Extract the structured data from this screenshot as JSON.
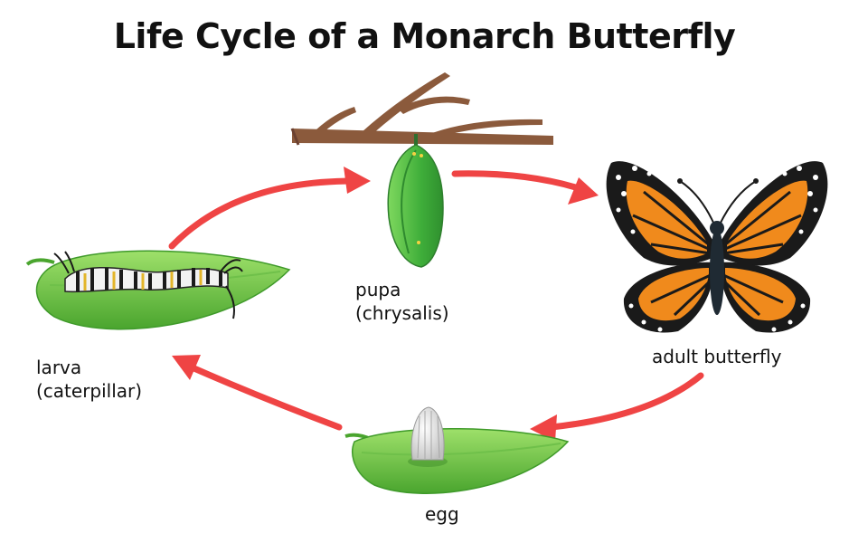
{
  "title": "Life Cycle of a Monarch Butterfly",
  "colors": {
    "arrow": "#ef4444",
    "leaf_light": "#8bd35a",
    "leaf_dark": "#4aa52e",
    "chrysalis": "#5cc04a",
    "branch": "#8b5a3c",
    "wing_orange": "#f08a1c",
    "wing_black": "#1a1a1a"
  },
  "stages": {
    "pupa": {
      "line1": "pupa",
      "line2": "(chrysalis)"
    },
    "adult": {
      "line1": "adult butterfly"
    },
    "larva": {
      "line1": "larva",
      "line2": "(caterpillar)"
    },
    "egg": {
      "line1": "egg"
    }
  },
  "icons": [
    "branch-icon",
    "chrysalis-icon",
    "butterfly-icon",
    "caterpillar-icon",
    "leaf-icon",
    "egg-icon"
  ]
}
